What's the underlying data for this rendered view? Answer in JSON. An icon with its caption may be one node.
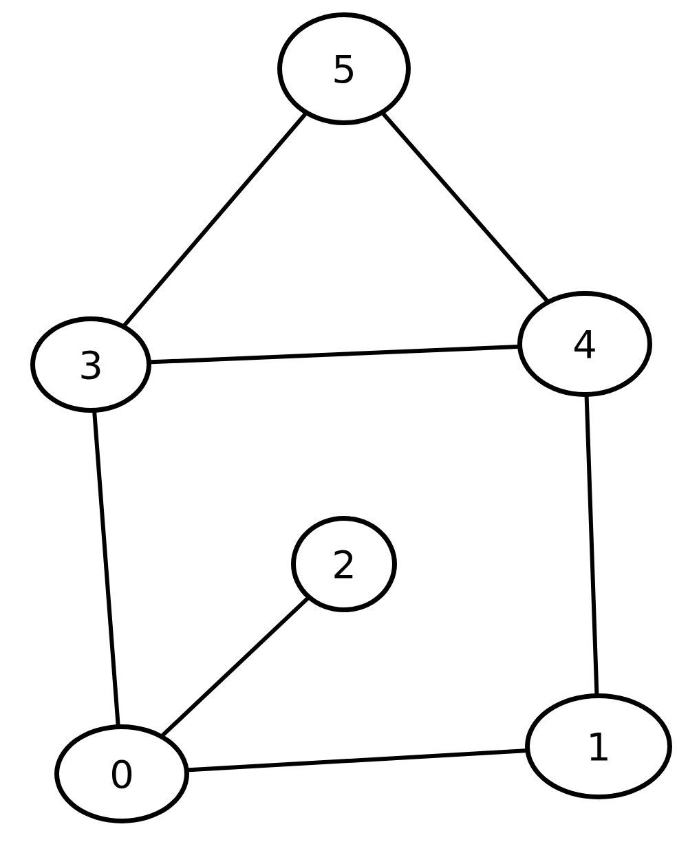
{
  "diagram": {
    "nodes": [
      {
        "text": [
          "5"
        ]
      },
      {
        "text": [
          "3"
        ]
      },
      {
        "text": [
          "4"
        ]
      },
      {
        "text": [
          "2"
        ]
      },
      {
        "text": [
          "0"
        ]
      },
      {
        "text": [
          "1"
        ]
      }
    ],
    "edges": [
      {
        "from": 0,
        "to": 1,
        "arrow": "none"
      },
      {
        "from": 0,
        "to": 2,
        "arrow": "none"
      },
      {
        "from": 1,
        "to": 2,
        "arrow": "none"
      },
      {
        "from": 1,
        "to": 4,
        "arrow": "none"
      },
      {
        "from": 2,
        "to": 5,
        "arrow": "none"
      },
      {
        "from": 3,
        "to": 4,
        "arrow": "none"
      },
      {
        "from": 4,
        "to": 5,
        "arrow": "none"
      }
    ]
  }
}
